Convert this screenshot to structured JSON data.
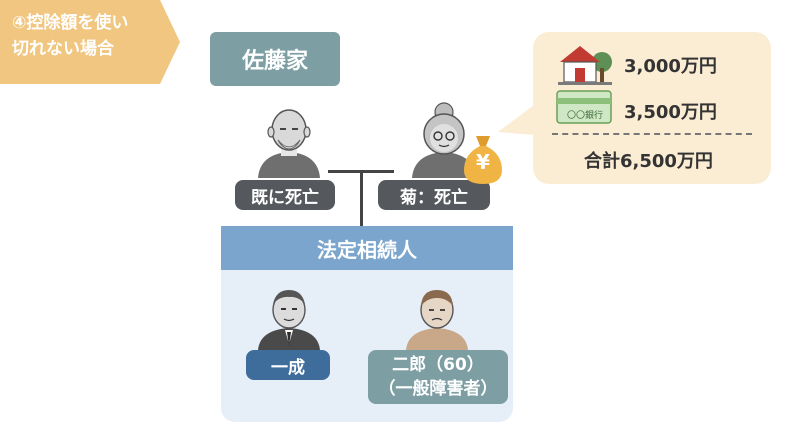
{
  "tag": {
    "line1": "④控除額を使い",
    "line2": "切れない場合"
  },
  "family": {
    "name": "佐藤家"
  },
  "parents": {
    "father": {
      "label": "既に死亡"
    },
    "mother": {
      "label": "菊：死亡"
    }
  },
  "inheritance": {
    "yen_symbol": "¥",
    "assets": [
      {
        "icon": "house-icon",
        "amount": "3,000万円"
      },
      {
        "icon": "bankbook-icon",
        "amount": "3,500万円",
        "icon_text": "〇〇銀行"
      }
    ],
    "total": "合計6,500万円"
  },
  "heirs": {
    "title": "法定相続人",
    "members": [
      {
        "name": "一成"
      },
      {
        "name_line1": "二郎（60）",
        "name_line2": "（一般障害者）"
      }
    ]
  },
  "colors": {
    "tag": "#f0c680",
    "family": "#7d9ea3",
    "bubble": "#fbecd4",
    "panel_head": "#7ba5cc",
    "panel": "#e6eef8",
    "pill_dark": "#55595e",
    "pill_blue": "#3e6d9c",
    "pill_teal": "#7d9ea3"
  }
}
